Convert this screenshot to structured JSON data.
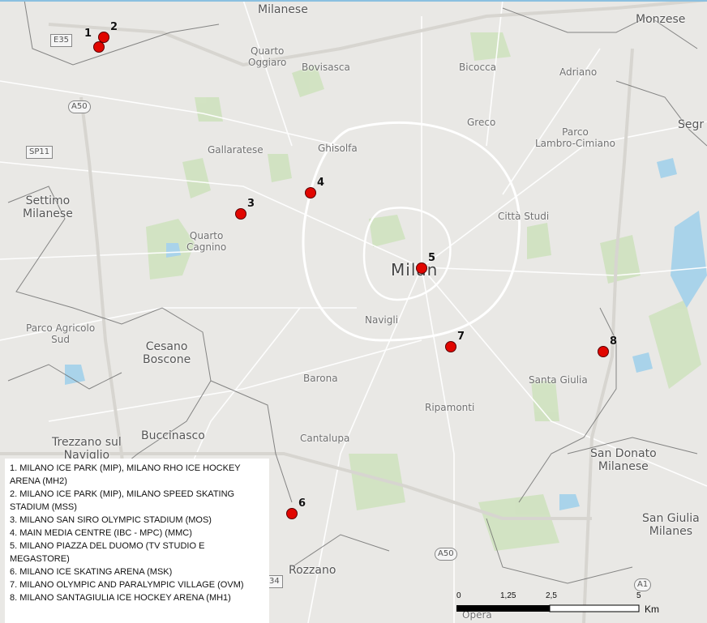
{
  "map": {
    "places": [
      {
        "id": "milanese-top",
        "text": "Milanese",
        "cls": "big"
      },
      {
        "id": "monzese",
        "text": "Monzese",
        "cls": "big"
      },
      {
        "id": "quarto-oggiaro",
        "text": "Quarto\nOggiaro",
        "cls": ""
      },
      {
        "id": "bovisasca",
        "text": "Bovisasca",
        "cls": ""
      },
      {
        "id": "bicocca",
        "text": "Bicocca",
        "cls": ""
      },
      {
        "id": "adriano",
        "text": "Adriano",
        "cls": ""
      },
      {
        "id": "segr",
        "text": "Segr",
        "cls": "big"
      },
      {
        "id": "greco",
        "text": "Greco",
        "cls": ""
      },
      {
        "id": "parco-lambro",
        "text": "Parco\nLambro-Cimiano",
        "cls": ""
      },
      {
        "id": "gallaratese",
        "text": "Gallaratese",
        "cls": ""
      },
      {
        "id": "ghisolfa",
        "text": "Ghisolfa",
        "cls": ""
      },
      {
        "id": "settimo-milanese",
        "text": "Settimo\nMilanese",
        "cls": "big"
      },
      {
        "id": "citta-studi",
        "text": "Città Studi",
        "cls": ""
      },
      {
        "id": "quarto-cagnino",
        "text": "Quarto\nCagnino",
        "cls": ""
      },
      {
        "id": "milan",
        "text": "Milan",
        "cls": "city"
      },
      {
        "id": "parco-agricolo",
        "text": "Parco Agricolo\nSud",
        "cls": ""
      },
      {
        "id": "navigli",
        "text": "Navigli",
        "cls": ""
      },
      {
        "id": "cesano-boscone",
        "text": "Cesano\nBoscone",
        "cls": "big"
      },
      {
        "id": "barona",
        "text": "Barona",
        "cls": ""
      },
      {
        "id": "santa-giulia",
        "text": "Santa Giulia",
        "cls": ""
      },
      {
        "id": "ripamonti",
        "text": "Ripamonti",
        "cls": ""
      },
      {
        "id": "trezzano",
        "text": "Trezzano sul\nNaviglio",
        "cls": "big"
      },
      {
        "id": "buccinasco",
        "text": "Buccinasco",
        "cls": "big"
      },
      {
        "id": "cantalupa",
        "text": "Cantalupa",
        "cls": ""
      },
      {
        "id": "san-donato",
        "text": "San Donato\nMilanese",
        "cls": "big"
      },
      {
        "id": "san-giuliano",
        "text": "San Giulia\nMilanes",
        "cls": "big"
      },
      {
        "id": "rozzano",
        "text": "Rozzano",
        "cls": "big"
      },
      {
        "id": "opera",
        "text": "Opera",
        "cls": ""
      }
    ],
    "shields": [
      {
        "id": "e35",
        "text": "E35",
        "oval": false
      },
      {
        "id": "a50-top",
        "text": "A50",
        "oval": true
      },
      {
        "id": "sp11",
        "text": "SP11",
        "oval": false
      },
      {
        "id": "a50-bottom",
        "text": "A50",
        "oval": true
      },
      {
        "id": "a1",
        "text": "A1",
        "oval": true
      },
      {
        "id": "n34",
        "text": "34",
        "oval": false
      }
    ],
    "markers": [
      {
        "num": "1"
      },
      {
        "num": "2"
      },
      {
        "num": "3"
      },
      {
        "num": "4"
      },
      {
        "num": "5"
      },
      {
        "num": "6"
      },
      {
        "num": "7"
      },
      {
        "num": "8"
      }
    ],
    "colors": {
      "marker": "#e10600",
      "water": "#a9d3ea",
      "park": "#cfe2bf",
      "road": "#ffffff"
    }
  },
  "legend": {
    "items": [
      "1. MILANO ICE PARK (MIP), MILANO RHO ICE HOCKEY ARENA (MH2)",
      "2. MILANO ICE PARK (MIP), MILANO SPEED SKATING STADIUM (MSS)",
      "3. MILANO  SAN SIRO OLYMPIC STADIUM (MOS)",
      "4. MAIN MEDIA CENTRE (IBC - MPC) (MMC)",
      "5. MILANO PIAZZA DEL DUOMO (TV STUDIO E MEGASTORE)",
      "6. MILANO ICE SKATING ARENA (MSK)",
      "7. MILANO OLYMPIC AND PARALYMPIC VILLAGE (OVM)",
      "8. MILANO SANTAGIULIA ICE HOCKEY ARENA (MH1)"
    ]
  },
  "scale": {
    "labels": [
      "0",
      "1,25",
      "2,5",
      "5"
    ],
    "unit": "Km"
  }
}
